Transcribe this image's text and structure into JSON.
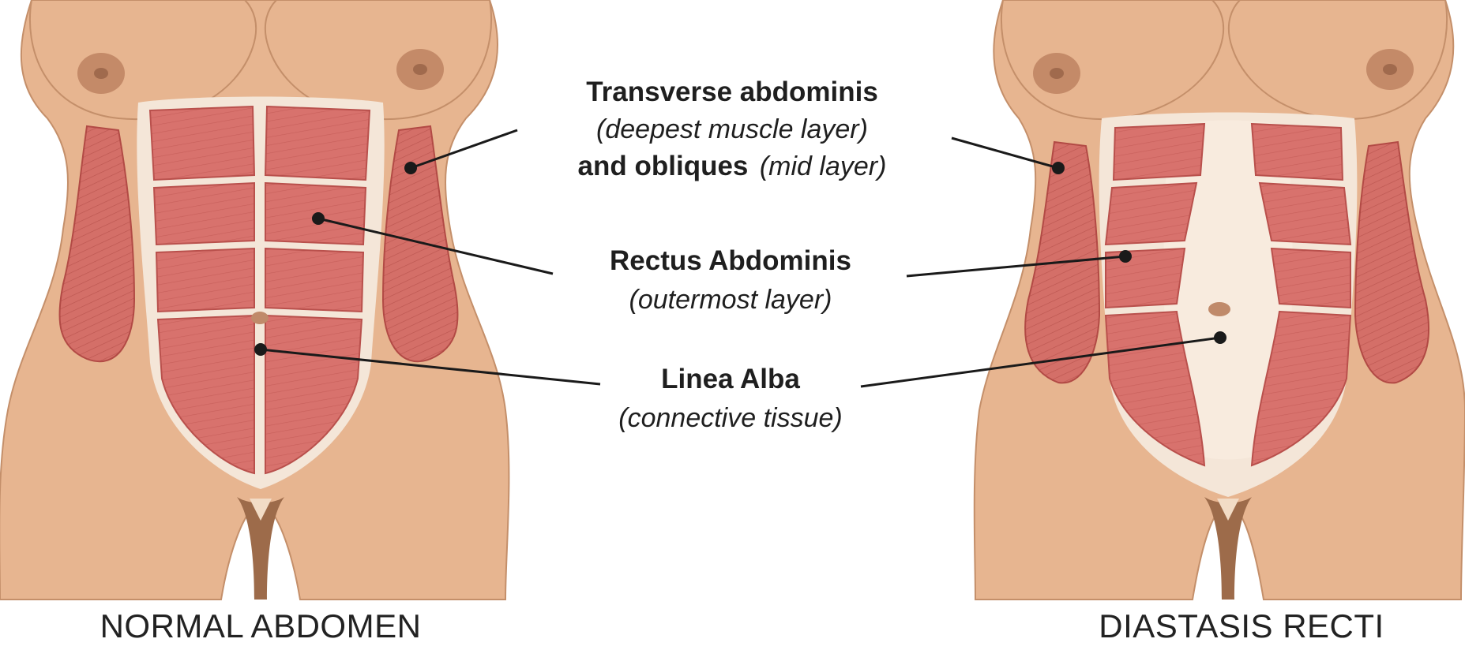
{
  "labels": {
    "transverse": {
      "line1": "Transverse abdominis",
      "line2": "(deepest muscle layer)",
      "line3_bold": "and obliques",
      "line3_italic": "(mid layer)"
    },
    "rectus": {
      "line1": "Rectus Abdominis",
      "line2": "(outermost layer)"
    },
    "linea": {
      "line1": "Linea Alba",
      "line2": "(connective tissue)"
    }
  },
  "captions": {
    "left": "NORMAL ABDOMEN",
    "right": "DIASTASIS RECTI"
  },
  "colors": {
    "skin": "#e7b590",
    "muscle": "#d8726d",
    "connective_tissue": "#f4e6d8",
    "leader_line": "#1a1a1a"
  }
}
